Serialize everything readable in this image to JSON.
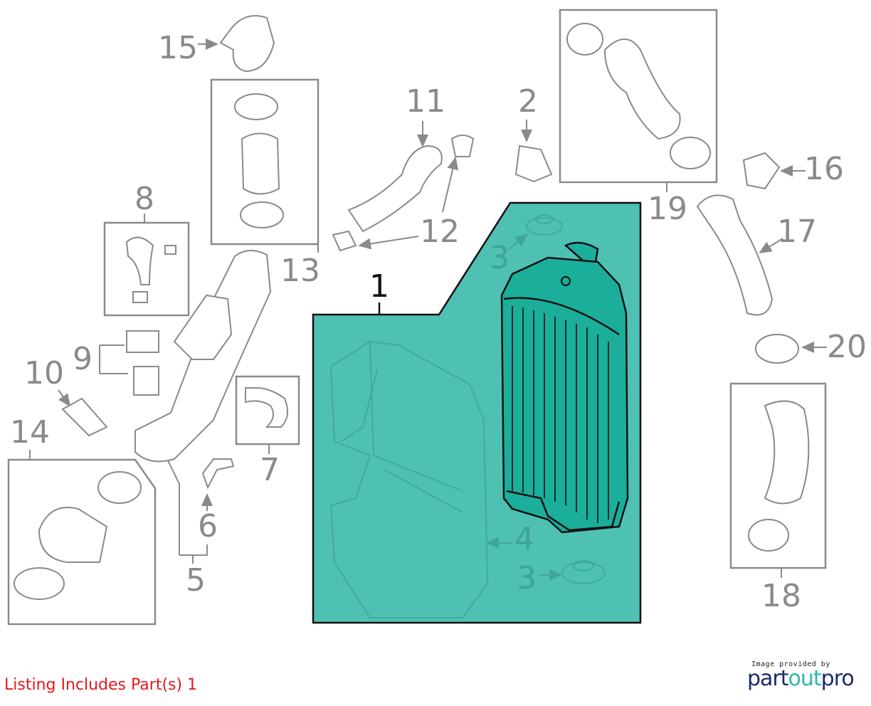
{
  "diagram": {
    "highlight_color": "#4fc1b3",
    "highlight_part_color": "#1aae9b",
    "callouts": {
      "p1": "1",
      "p2": "2",
      "p3a": "3",
      "p3b": "3",
      "p4": "4",
      "p5": "5",
      "p6": "6",
      "p7": "7",
      "p8": "8",
      "p9": "9",
      "p10": "10",
      "p11": "11",
      "p12": "12",
      "p13": "13",
      "p14": "14",
      "p15": "15",
      "p16": "16",
      "p17": "17",
      "p18": "18",
      "p19": "19",
      "p20": "20"
    },
    "selected_part": "1"
  },
  "footer": {
    "listing_text": "Listing Includes Part(s) 1",
    "logo_caption": "Image provided by",
    "logo_part1": "part",
    "logo_part2": "out",
    "logo_part3": "pro"
  }
}
